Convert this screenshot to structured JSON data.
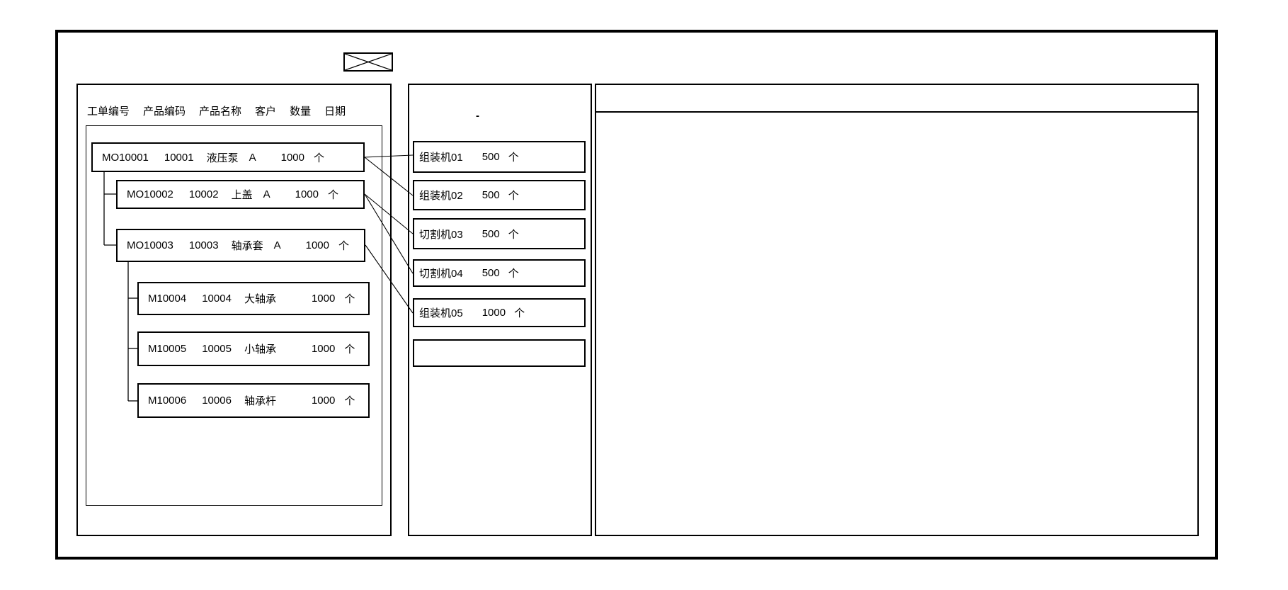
{
  "app": {
    "background_color": "#ffffff",
    "line_color": "#000000"
  },
  "toolbar": {
    "field1_value": "",
    "field2_value": ""
  },
  "work_order_panel": {
    "columns": [
      "工单编号",
      "产品编码",
      "产品名称",
      "客户",
      "数量",
      "日期"
    ],
    "orders": [
      {
        "order_no": "MO10001",
        "product_code": "10001",
        "product_name": "液压泵",
        "customer": "A",
        "qty": "1000",
        "unit": "个"
      },
      {
        "order_no": "MO10002",
        "product_code": "10002",
        "product_name": "上盖",
        "customer": "A",
        "qty": "1000",
        "unit": "个"
      },
      {
        "order_no": "MO10003",
        "product_code": "10003",
        "product_name": "轴承套",
        "customer": "A",
        "qty": "1000",
        "unit": "个"
      },
      {
        "order_no": "M10004",
        "product_code": "10004",
        "product_name": "大轴承",
        "customer": "",
        "qty": "1000",
        "unit": "个"
      },
      {
        "order_no": "M10005",
        "product_code": "10005",
        "product_name": "小轴承",
        "customer": "",
        "qty": "1000",
        "unit": "个"
      },
      {
        "order_no": "M10006",
        "product_code": "10006",
        "product_name": "轴承杆",
        "customer": "",
        "qty": "1000",
        "unit": "个"
      }
    ]
  },
  "machine_panel": {
    "mark": "-",
    "machines": [
      {
        "name": "组装机01",
        "qty": "500",
        "unit": "个"
      },
      {
        "name": "组装机02",
        "qty": "500",
        "unit": "个"
      },
      {
        "name": "切割机03",
        "qty": "500",
        "unit": "个"
      },
      {
        "name": "切割机04",
        "qty": "500",
        "unit": "个"
      },
      {
        "name": "组装机05",
        "qty": "1000",
        "unit": "个"
      },
      {
        "name": "",
        "qty": "",
        "unit": ""
      }
    ]
  },
  "connections": [
    {
      "from": "MO10001",
      "to": "组装机01"
    },
    {
      "from": "MO10001",
      "to": "组装机02"
    },
    {
      "from": "MO10002",
      "to": "切割机03"
    },
    {
      "from": "MO10002",
      "to": "切割机04"
    },
    {
      "from": "MO10003",
      "to": "组装机05"
    }
  ]
}
